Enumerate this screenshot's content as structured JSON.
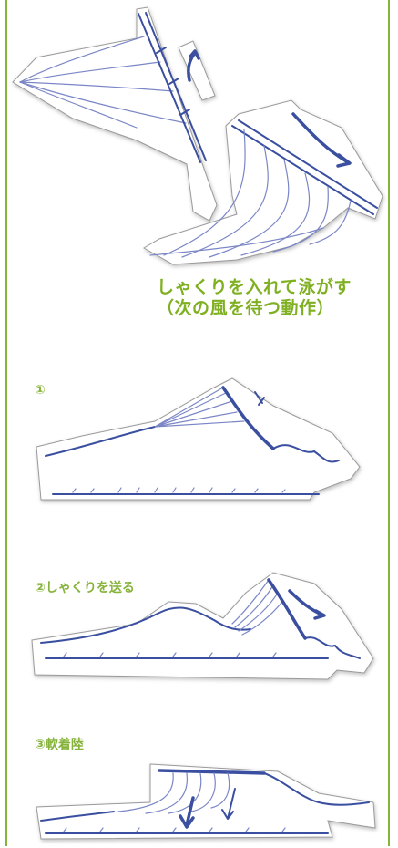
{
  "caption": {
    "line1": "しゃくりを入れて泳がす",
    "line2": "（次の風を待つ動作）"
  },
  "steps": [
    {
      "label": "①"
    },
    {
      "label": "②しゃくりを送る"
    },
    {
      "label": "③軟着陸"
    }
  ],
  "colors": {
    "accent": "#86b33a",
    "ink": "#3a4fa0"
  }
}
